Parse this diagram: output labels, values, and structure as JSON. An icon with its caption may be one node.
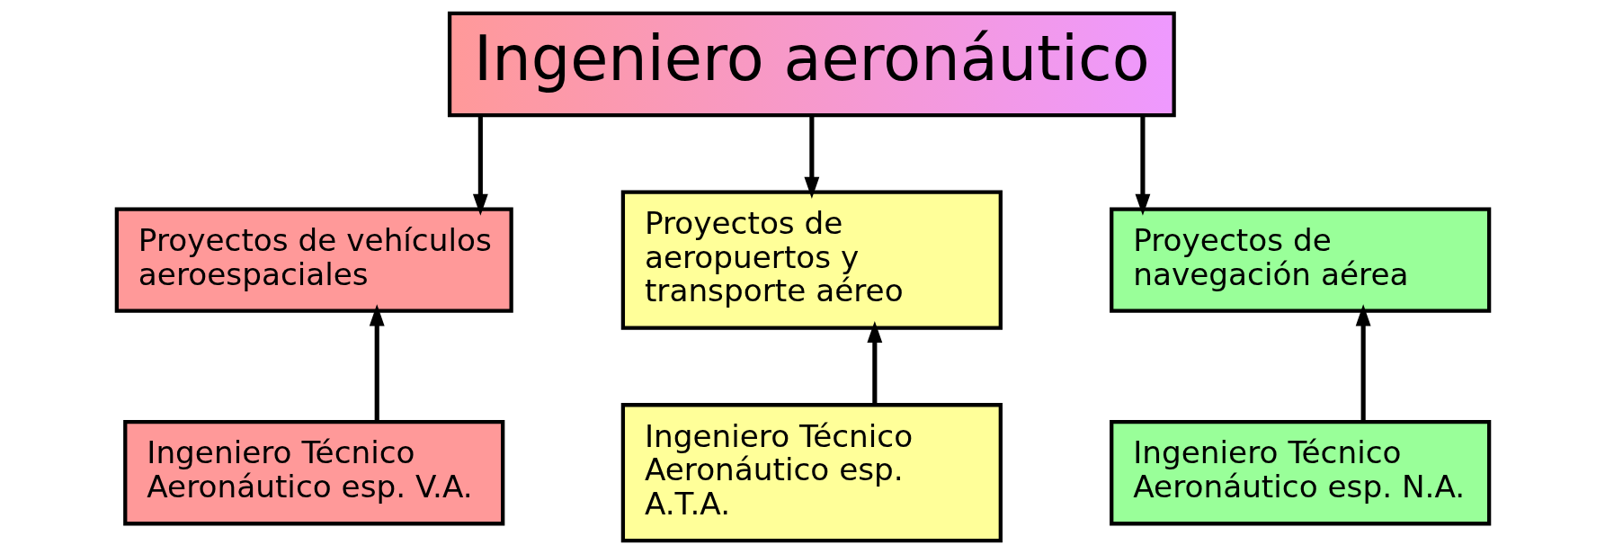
{
  "diagram": {
    "nodes": [
      {
        "text": [
          "Ingeniero aeronáutico"
        ]
      },
      {
        "text": [
          "Proyectos de vehículos aeroespaciales"
        ]
      },
      {
        "text": [
          "Proyectos de aeropuertos y transporte aéreo"
        ]
      },
      {
        "text": [
          "Proyectos de navegación aérea"
        ]
      },
      {
        "text": [
          "Ingeniero Técnico Aeronáutico esp. V.A."
        ]
      },
      {
        "text": [
          "Ingeniero Técnico Aeronáutico esp. A.T.A."
        ]
      },
      {
        "text": [
          "Ingeniero Técnico Aeronáutico esp. N.A."
        ]
      }
    ],
    "edges": [
      {
        "from": 0,
        "to": 1,
        "arrow": "to"
      },
      {
        "from": 0,
        "to": 2,
        "arrow": "to"
      },
      {
        "from": 0,
        "to": 3,
        "arrow": "to"
      },
      {
        "from": 4,
        "to": 1,
        "arrow": "to"
      },
      {
        "from": 5,
        "to": 2,
        "arrow": "to"
      },
      {
        "from": 6,
        "to": 3,
        "arrow": "to"
      }
    ]
  }
}
